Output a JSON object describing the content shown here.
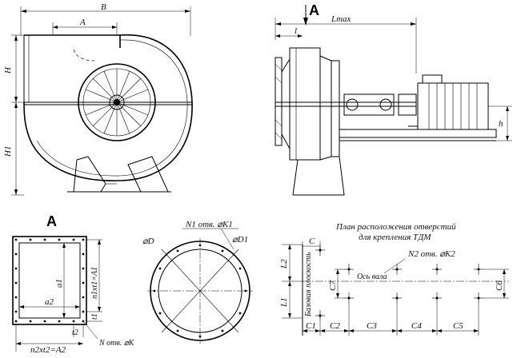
{
  "front_view": {
    "dim_B": "B",
    "dim_A": "A",
    "dim_H": "H",
    "dim_H1": "H1"
  },
  "side_view": {
    "view_marker": "A",
    "dim_Lmax": "Lmax",
    "dim_l": "l",
    "dim_h": "h"
  },
  "inlet_view": {
    "title": "A",
    "dim_a1": "a1",
    "dim_a2": "a2",
    "dim_n1xt1": "n1xt1=A1",
    "dim_t1": "t1",
    "dim_t2": "t2",
    "dim_n2xt2": "n2xt2=A2",
    "holes_note": "N отв. ⌀K"
  },
  "flange_view": {
    "holes_note": "N1 отв. ⌀K1",
    "dim_D": "⌀D",
    "dim_D1": "⌀D1"
  },
  "mount_plan": {
    "title_line1": "План расположения отверстий",
    "title_line2": "для крепления ТДМ",
    "dim_C": "C",
    "holes_note": "N2 отв. ⌀K2",
    "shaft_axis": "Ось вала",
    "base_plane": "Базовая плоскость",
    "dim_L2": "L2",
    "dim_L1": "L1",
    "dim_C7": "C7",
    "dim_C6": "C6",
    "dim_C1": "C1",
    "dim_C2": "C2",
    "dim_C3": "C3",
    "dim_C4": "C4",
    "dim_C5": "C5"
  }
}
